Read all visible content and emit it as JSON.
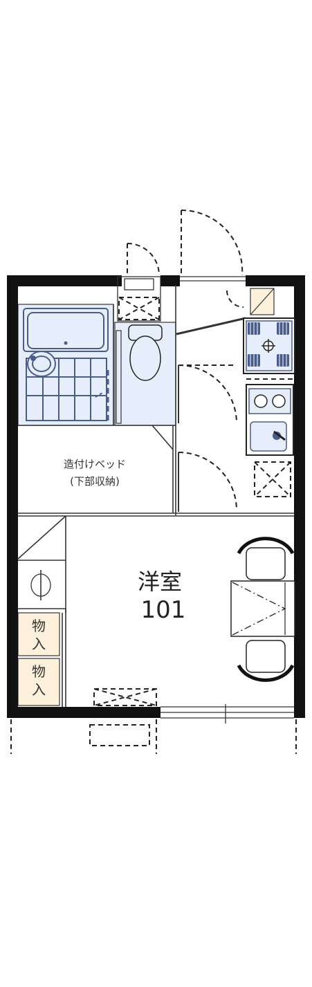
{
  "rooms": {
    "built_in_bed_line1": "造付けベッド",
    "built_in_bed_line2": "(下部収納)",
    "main_room_name": "洋室",
    "main_room_number": "101",
    "storage_1_line1": "物",
    "storage_1_line2": "入",
    "storage_2_line1": "物",
    "storage_2_line2": "入"
  },
  "colors": {
    "wall": "#111111",
    "wet_area_fill": "#e6eefb",
    "storage_fill": "#fdf1dc",
    "fixture_blue": "#4a5c8a"
  }
}
